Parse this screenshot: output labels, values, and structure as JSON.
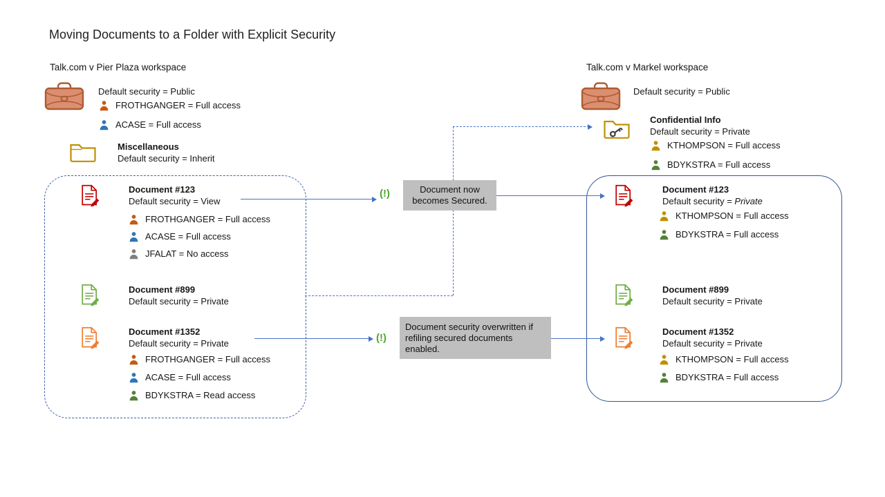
{
  "title": "Moving Documents to a Folder with Explicit Security",
  "left": {
    "workspace_label": "Talk.com v Pier Plaza workspace",
    "workspace_security": "Default security = Public",
    "workspace_users": [
      {
        "label": "FROTHGANGER = Full access"
      },
      {
        "label": "ACASE = Full access"
      }
    ],
    "folder": {
      "name": "Miscellaneous",
      "security": "Default security = Inherit"
    },
    "documents": [
      {
        "name": "Document #123",
        "security": "Default security = View",
        "users": [
          {
            "label": "FROTHGANGER = Full access"
          },
          {
            "label": "ACASE = Full access"
          },
          {
            "label": "JFALAT = No access"
          }
        ]
      },
      {
        "name": "Document #899",
        "security": "Default security = Private",
        "users": []
      },
      {
        "name": "Document #1352",
        "security": "Default security = Private",
        "users": [
          {
            "label": "FROTHGANGER = Full access"
          },
          {
            "label": "ACASE = Full access"
          },
          {
            "label": "BDYKSTRA = Read access"
          }
        ]
      }
    ]
  },
  "right": {
    "workspace_label": "Talk.com v Markel workspace",
    "workspace_security": "Default security = Public",
    "folder": {
      "name": "Confidential Info",
      "security": "Default security = Private",
      "users": [
        {
          "label": "KTHOMPSON = Full access"
        },
        {
          "label": "BDYKSTRA = Full access"
        }
      ]
    },
    "documents": [
      {
        "name": "Document #123",
        "security_prefix": "Default security = ",
        "security_value": "Private",
        "users": [
          {
            "label": "KTHOMPSON = Full access"
          },
          {
            "label": "BDYKSTRA = Full access"
          }
        ]
      },
      {
        "name": "Document #899",
        "security": "Default security = Private",
        "users": []
      },
      {
        "name": "Document #1352",
        "security": "Default security = Private",
        "users": [
          {
            "label": "KTHOMPSON = Full access"
          },
          {
            "label": "BDYKSTRA = Full access"
          }
        ]
      }
    ]
  },
  "callouts": {
    "warning_glyph": "(!)",
    "secured": "Document now becomes Secured.",
    "overwritten": "Document security overwritten if refiling secured documents enabled."
  },
  "colors": {
    "arrow": "#4472C4",
    "container_border": "#2F5496",
    "callout_bg": "#BFBFBF",
    "warning_green": "#4EA72E",
    "doc_red": "#C00000",
    "doc_green": "#70AD47",
    "doc_orange": "#ED7D31",
    "person_orange": "#C55A11",
    "person_blue": "#2E75B6",
    "person_gray": "#7F7F7F",
    "person_green": "#538135",
    "person_gold": "#BF9000",
    "workspace_fill": "#DB8F70",
    "workspace_border": "#AE5B33",
    "folder_gold": "#BF9000"
  }
}
